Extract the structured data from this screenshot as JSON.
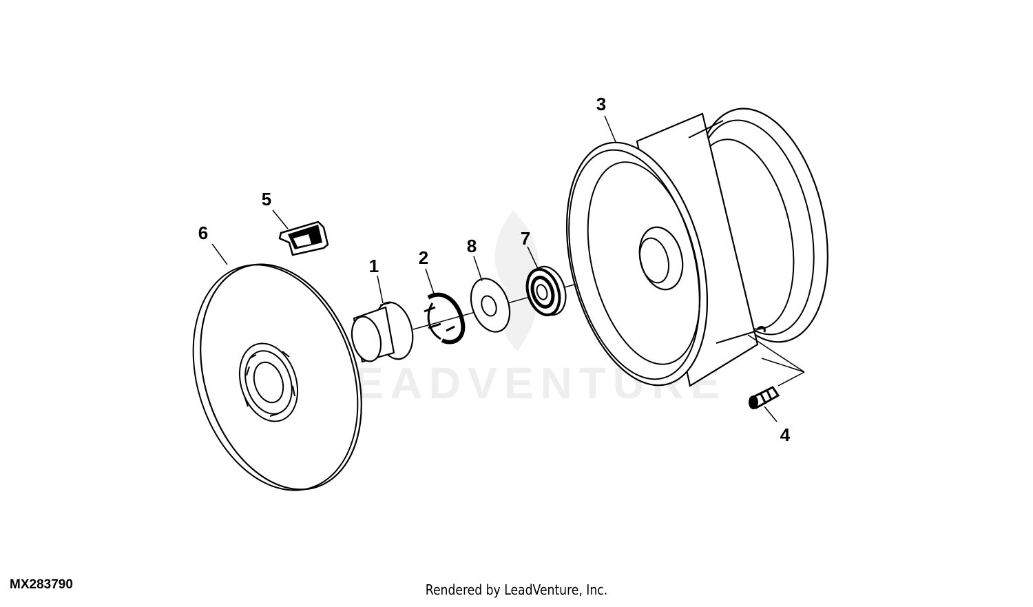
{
  "diagram": {
    "watermark": "LEADVENTURE",
    "diagram_id": "MX283790",
    "credit": "Rendered by LeadVenture, Inc.",
    "callouts": [
      {
        "id": "1",
        "label": "1"
      },
      {
        "id": "2",
        "label": "2"
      },
      {
        "id": "3",
        "label": "3"
      },
      {
        "id": "4",
        "label": "4"
      },
      {
        "id": "5",
        "label": "5"
      },
      {
        "id": "6",
        "label": "6"
      },
      {
        "id": "7",
        "label": "7"
      },
      {
        "id": "8",
        "label": "8"
      }
    ],
    "parts": [
      "hub-cap",
      "retaining-clip",
      "wheel-rim",
      "valve-stem",
      "clip-nut",
      "wheel-cover",
      "bearing",
      "washer"
    ]
  }
}
